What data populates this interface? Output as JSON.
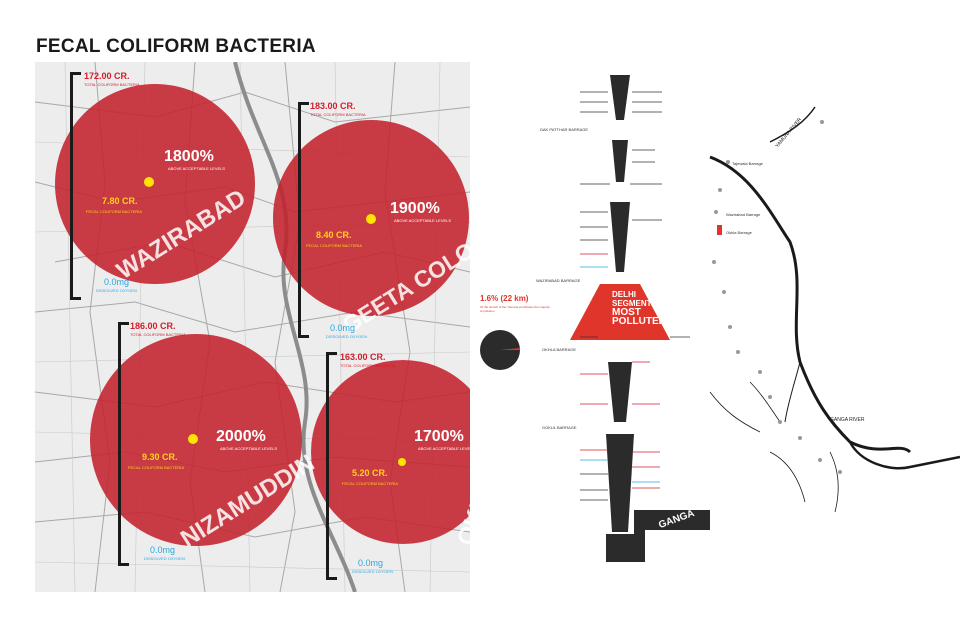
{
  "title": "FECAL COLIFORM BACTERIA",
  "areas": [
    {
      "name": "WAZIRABAD",
      "total": "172.00 CR.",
      "measured": "7.80 CR.",
      "percent": "1800%",
      "percent_label": "ABOVE ACCEPTABLE LEVELS",
      "measured_label": "FECAL COLIFORM BACTERIA",
      "total_label": "TOTAL COLIFORM BACTERIA",
      "zero": "0.0mg",
      "zero_label": "DISSOLVED OXYGEN"
    },
    {
      "name": "GEETA COLONY",
      "total": "183.00 CR.",
      "measured": "8.40 CR.",
      "percent": "1900%",
      "percent_label": "ABOVE ACCEPTABLE LEVELS",
      "measured_label": "FECAL COLIFORM BACTERIA",
      "total_label": "TOTAL COLIFORM BACTERIA",
      "zero": "0.0mg",
      "zero_label": "DISSOLVED OXYGEN"
    },
    {
      "name": "NIZAMUDDIN",
      "total": "186.00 CR.",
      "measured": "9.30 CR.",
      "percent": "2000%",
      "percent_label": "ABOVE ACCEPTABLE LEVELS",
      "measured_label": "FECAL COLIFORM BACTERIA",
      "total_label": "TOTAL COLIFORM BACTERIA",
      "zero": "0.0mg",
      "zero_label": "DISSOLVED OXYGEN"
    },
    {
      "name": "OKHLA",
      "total": "163.00 CR.",
      "measured": "5.20 CR.",
      "percent": "1700%",
      "percent_label": "ABOVE ACCEPTABLE LEVELS",
      "measured_label": "FECAL COLIFORM BACTERIA",
      "total_label": "TOTAL COLIFORM BACTERIA",
      "zero": "0.0mg",
      "zero_label": "DISSOLVED OXYGEN"
    }
  ],
  "flow": {
    "barrages": [
      "DAK PATTHAR BARRAGE",
      "WAZIRABAD BARRAGE",
      "OKHLA BARRAGE",
      "GOKUL BARRAGE"
    ],
    "delhi_segment": [
      "DELHI",
      "SEGMENT",
      "MOST",
      "POLLUTED"
    ],
    "pie_value": "1.6% (22 km)",
    "pie_note": "Of the stretch of the Yamuna contributes the majority of pollution",
    "ganga": "GANGA"
  },
  "map_labels": {
    "yamuna": "YAMUNA RIVER",
    "ganga_river": "GANGA RIVER",
    "tajewala": "Tajewala Barrage",
    "wazirabad": "Wazirabad Barrage",
    "okhla": "Okhla Barrage"
  },
  "colors": {
    "circle": "#c4222c",
    "accent_yellow": "#ffe400",
    "text_red": "#d21e2b",
    "text_blue": "#29a8e0",
    "dark": "#2b2b2b"
  }
}
